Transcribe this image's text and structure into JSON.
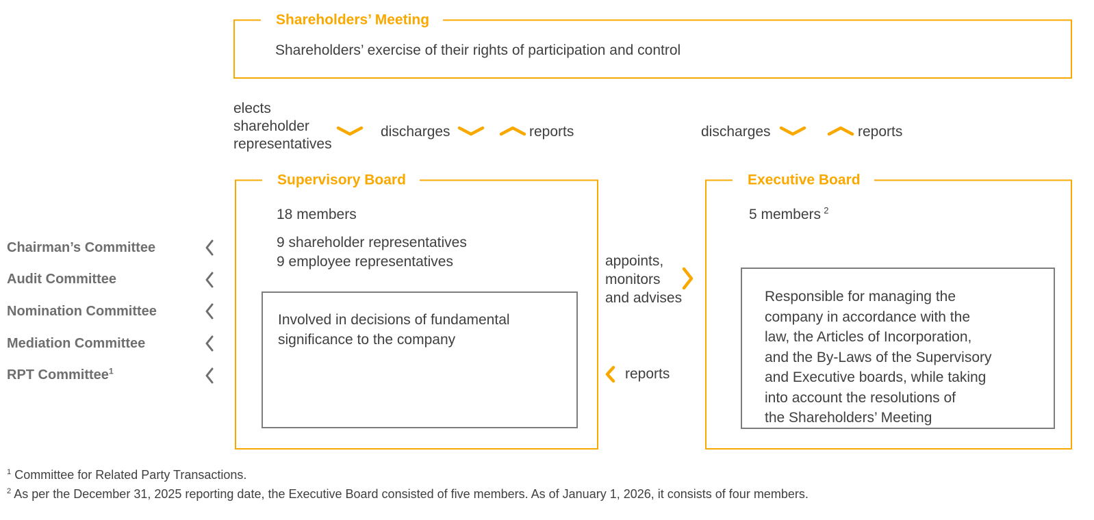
{
  "colors": {
    "accent_orange": "#F9A800",
    "committee_gray": "#6E6E6E",
    "body_text": "#3F3F3F",
    "inner_box_border": "#7C7C7C"
  },
  "shareholders_meeting": {
    "title": "Shareholders’ Meeting",
    "description": "Shareholders’ exercise of their rights of participation and control"
  },
  "relations": {
    "elects": "elects\nshareholder\nrepresentatives",
    "discharges_left": "discharges",
    "reports_left": "reports",
    "discharges_right": "discharges",
    "reports_right": "reports",
    "appoints": "appoints,\nmonitors\nand advises",
    "reports_middle": "reports"
  },
  "supervisory_board": {
    "title": "Supervisory Board",
    "members": "18 members",
    "composition": "9 shareholder representatives\n9 employee representatives",
    "role": "Involved in decisions of fundamental\nsignificance to the company"
  },
  "executive_board": {
    "title": "Executive Board",
    "members": "5 members",
    "members_footnote": "2",
    "role": "Responsible for managing the\ncompany in accordance with the\nlaw, the Articles of Incorporation,\nand the By-Laws of the Supervisory\nand Executive boards, while taking\ninto account the resolutions of\nthe Shareholders’ Meeting"
  },
  "committees": [
    {
      "label": "Chairman’s Committee",
      "footnote": ""
    },
    {
      "label": "Audit Committee",
      "footnote": ""
    },
    {
      "label": "Nomination Committee",
      "footnote": ""
    },
    {
      "label": "Mediation Committee",
      "footnote": ""
    },
    {
      "label": "RPT Committee",
      "footnote": "1"
    }
  ],
  "footnotes": [
    {
      "marker": "1",
      "text": "Committee for Related Party Transactions."
    },
    {
      "marker": "2",
      "text": "As per the December 31, 2025 reporting date, the Executive Board consisted of five members. As of January 1, 2026, it consists of four members."
    }
  ]
}
